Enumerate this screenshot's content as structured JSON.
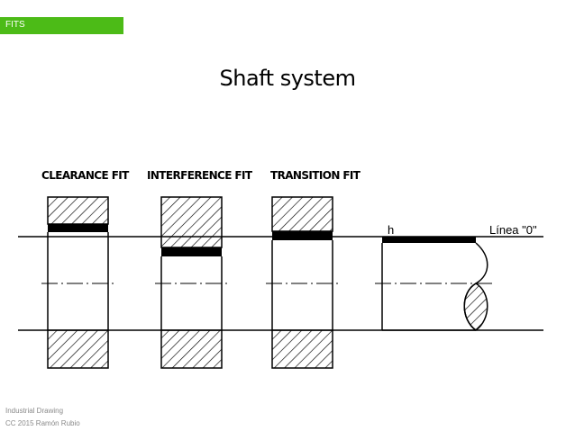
{
  "header": {
    "section_tag": "FITS",
    "accent_color": "#4cbb17"
  },
  "title": "Shaft system",
  "fits": [
    {
      "label": "CLEARANCE FIT"
    },
    {
      "label": "INTERFERENCE FIT"
    },
    {
      "label": "TRANSITION FIT"
    }
  ],
  "shaft": {
    "tolerance_symbol": "h",
    "zero_line_label": "Línea \"0\""
  },
  "footer": {
    "line1": "Industrial Drawing",
    "line2": "CC 2015 Ramón Rubio"
  }
}
